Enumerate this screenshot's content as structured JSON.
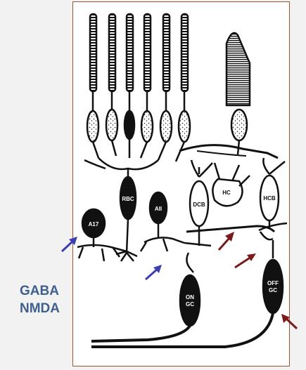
{
  "labels": {
    "a17": "A17",
    "rbc": "RBC",
    "aii": "AII",
    "dcb": "DCB",
    "hc": "HC",
    "hcb": "HCB",
    "on_gc_line1": "ON",
    "on_gc_line2": "GC",
    "off_gc_line1": "OFF",
    "off_gc_line2": "GC"
  },
  "legend": {
    "line1": "GABA",
    "line2": "NMDA"
  },
  "colors": {
    "blue_arrow": "#3b3fb0",
    "red_arrow": "#7a1a1a",
    "legend_text": "#3f5f8f",
    "border": "#a0522d"
  }
}
